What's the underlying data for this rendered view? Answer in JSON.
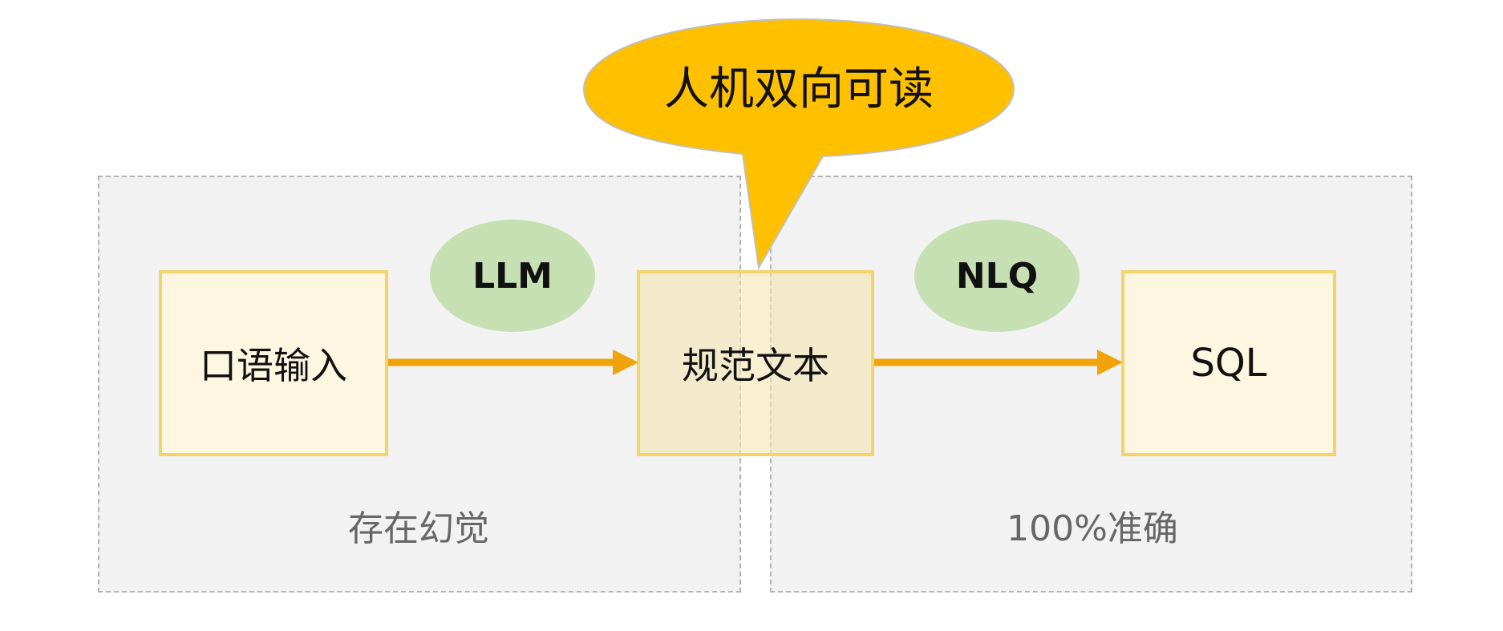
{
  "callout": {
    "text": "人机双向可读",
    "fill": "#ffc000"
  },
  "regions": {
    "left_label": "存在幻觉",
    "right_label": "100%准确"
  },
  "nodes": {
    "input": "口语输入",
    "normalized": "规范文本",
    "sql": "SQL"
  },
  "edges": {
    "llm": "LLM",
    "nlq": "NLQ"
  },
  "colors": {
    "arrow": "#f0a30a",
    "box_border": "#f3d46a",
    "ellipse_fill": "#c6e0b4",
    "region_fill": "#f2f2f2"
  }
}
